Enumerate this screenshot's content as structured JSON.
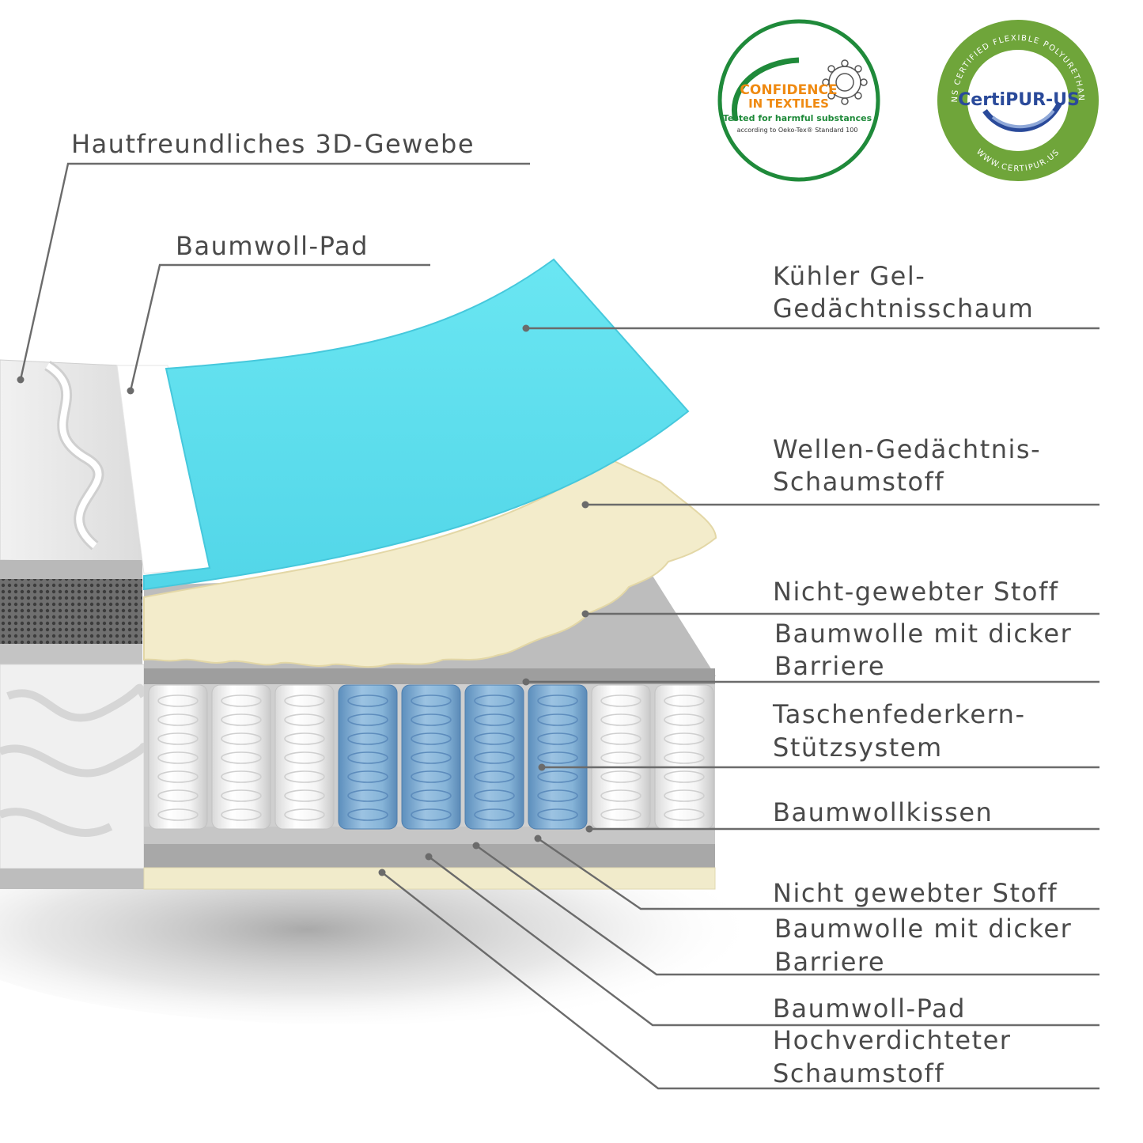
{
  "labels": {
    "top_fabric": "Hautfreundliches 3D-Gewebe",
    "top_cotton_pad": "Baumwoll-Pad",
    "gel_foam_1": "Kühler Gel-",
    "gel_foam_2": "Gedächtnisschaum",
    "wave_foam_1": "Wellen-Gedächtnis-",
    "wave_foam_2": "Schaumstoff",
    "nonwoven_top": "Nicht-gewebter Stoff",
    "barrier_top_1": "Baumwolle mit dicker",
    "barrier_top_2": "Barriere",
    "springs_1": "Taschenfederkern-",
    "springs_2": "Stützsystem",
    "cotton_cushion": "Baumwollkissen",
    "nonwoven_bottom": "Nicht gewebter Stoff",
    "barrier_bottom_1": "Baumwolle mit dicker",
    "barrier_bottom_2": "Barriere",
    "bottom_cotton_pad": "Baumwoll-Pad",
    "dense_foam_1": "Hochverdichteter",
    "dense_foam_2": "Schaumstoff"
  },
  "badges": {
    "oeko": {
      "line1": "CONFIDENCE",
      "line2": "IN TEXTILES",
      "line3": "Tested for harmful substances",
      "line4": "according to Oeko-Tex® Standard 100"
    },
    "certipur": {
      "name": "CertiPUR-US",
      "ring_top": "CONTAINS CERTIFIED FLEXIBLE POLYURETHANE FOAM",
      "ring_bottom": "WWW.CERTIPUR.US"
    }
  },
  "colors": {
    "gel_foam": "#5fe0ee",
    "wave_foam": "#f3eccb",
    "blue_springs": "#86b4d8",
    "white_springs": "#ffffff",
    "leader_lines": "#6b6b6b",
    "oeko_green": "#1f8a3a",
    "oeko_orange": "#ef8a12",
    "certipur_green": "#6fa53a",
    "certipur_blue": "#2a4a9a"
  },
  "icons": [
    "oeko-tex-badge-icon",
    "certipur-badge-icon",
    "spring-coil-icon"
  ]
}
